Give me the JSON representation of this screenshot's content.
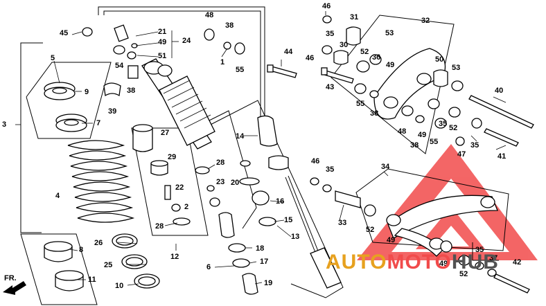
{
  "diagram": {
    "callouts": [
      {
        "id": "c45",
        "text": "45"
      },
      {
        "id": "c21",
        "text": "21"
      },
      {
        "id": "c49a",
        "text": "49"
      },
      {
        "id": "c24",
        "text": "24"
      },
      {
        "id": "c51",
        "text": "51"
      },
      {
        "id": "c54",
        "text": "54"
      },
      {
        "id": "c38a",
        "text": "38"
      },
      {
        "id": "c1",
        "text": "1"
      },
      {
        "id": "c48a",
        "text": "48"
      },
      {
        "id": "c38b",
        "text": "38"
      },
      {
        "id": "c55a",
        "text": "55"
      },
      {
        "id": "c5",
        "text": "5"
      },
      {
        "id": "c9",
        "text": "9"
      },
      {
        "id": "c39",
        "text": "39"
      },
      {
        "id": "c3",
        "text": "3"
      },
      {
        "id": "c7",
        "text": "7"
      },
      {
        "id": "c27",
        "text": "27"
      },
      {
        "id": "c4",
        "text": "4"
      },
      {
        "id": "c29",
        "text": "29"
      },
      {
        "id": "c22",
        "text": "22"
      },
      {
        "id": "c2",
        "text": "2"
      },
      {
        "id": "c28a",
        "text": "28"
      },
      {
        "id": "c12",
        "text": "12"
      },
      {
        "id": "c8",
        "text": "8"
      },
      {
        "id": "c26",
        "text": "26"
      },
      {
        "id": "c25",
        "text": "25"
      },
      {
        "id": "c11",
        "text": "11"
      },
      {
        "id": "c10",
        "text": "10"
      },
      {
        "id": "c14",
        "text": "14"
      },
      {
        "id": "c28b",
        "text": "28"
      },
      {
        "id": "c23",
        "text": "23"
      },
      {
        "id": "c20",
        "text": "20"
      },
      {
        "id": "c16",
        "text": "16"
      },
      {
        "id": "c15",
        "text": "15"
      },
      {
        "id": "c13",
        "text": "13"
      },
      {
        "id": "c18",
        "text": "18"
      },
      {
        "id": "c6",
        "text": "6"
      },
      {
        "id": "c17",
        "text": "17"
      },
      {
        "id": "c19",
        "text": "19"
      },
      {
        "id": "c44",
        "text": "44"
      },
      {
        "id": "c46a",
        "text": "46"
      },
      {
        "id": "c35a",
        "text": "35"
      },
      {
        "id": "c46b",
        "text": "46"
      },
      {
        "id": "c31",
        "text": "31"
      },
      {
        "id": "c30",
        "text": "30"
      },
      {
        "id": "c43",
        "text": "43"
      },
      {
        "id": "c32",
        "text": "32"
      },
      {
        "id": "c53a",
        "text": "53"
      },
      {
        "id": "c52a",
        "text": "52"
      },
      {
        "id": "c36",
        "text": "36"
      },
      {
        "id": "c49b",
        "text": "49"
      },
      {
        "id": "c55b",
        "text": "55"
      },
      {
        "id": "c38c",
        "text": "38"
      },
      {
        "id": "c50",
        "text": "50"
      },
      {
        "id": "c53b",
        "text": "53"
      },
      {
        "id": "c48b",
        "text": "48"
      },
      {
        "id": "c49c",
        "text": "49"
      },
      {
        "id": "c35b",
        "text": "35"
      },
      {
        "id": "c55c",
        "text": "55"
      },
      {
        "id": "c52b",
        "text": "52"
      },
      {
        "id": "c38d",
        "text": "38"
      },
      {
        "id": "c40",
        "text": "40"
      },
      {
        "id": "c35c",
        "text": "35"
      },
      {
        "id": "c47",
        "text": "47"
      },
      {
        "id": "c41",
        "text": "41"
      },
      {
        "id": "c46c",
        "text": "46"
      },
      {
        "id": "c35d",
        "text": "35"
      },
      {
        "id": "c34",
        "text": "34"
      },
      {
        "id": "c33",
        "text": "33"
      },
      {
        "id": "c52c",
        "text": "52"
      },
      {
        "id": "c49d",
        "text": "49"
      },
      {
        "id": "c35e",
        "text": "35"
      },
      {
        "id": "c49e",
        "text": "49"
      },
      {
        "id": "c37",
        "text": "37"
      },
      {
        "id": "c42",
        "text": "42"
      },
      {
        "id": "c52d",
        "text": "52"
      }
    ],
    "direction_label": "FR.",
    "watermark": {
      "part1": "AUTO",
      "part2": "MOTO",
      "part3": "HUB"
    }
  },
  "colors": {
    "ink": "#000000",
    "watermark_red": "#f14b4b",
    "watermark_orange": "#e7a11f",
    "watermark_gray": "#525252"
  }
}
